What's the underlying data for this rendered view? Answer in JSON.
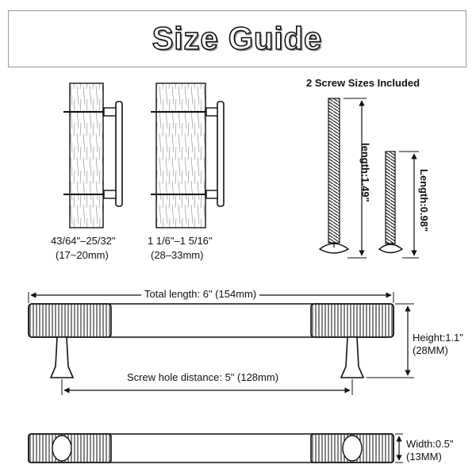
{
  "header": {
    "title": "Size Guide"
  },
  "thickness": {
    "thin": {
      "line1": "43/64\"–25/32\"",
      "line2": "(17~20mm)"
    },
    "thick": {
      "line1": "1 1/6\"–1 5/16\"",
      "line2": "(28–33mm)"
    }
  },
  "screws": {
    "title": "2 Screw Sizes Included",
    "long_label": "length:1.49\"",
    "short_label": "Length:0.98\""
  },
  "side_view": {
    "total_length": "Total length: 6\" (154mm)",
    "screw_hole_distance": "Screw hole distance: 5\" (128mm)",
    "height_line1": "Height:1.1\"",
    "height_line2": "(28MM)"
  },
  "top_view": {
    "width_line1": "Width:0.5\"",
    "width_line2": "(13MM)"
  },
  "colors": {
    "ink": "#111111",
    "frame": "#9a9a9a",
    "paper": "#ffffff"
  }
}
